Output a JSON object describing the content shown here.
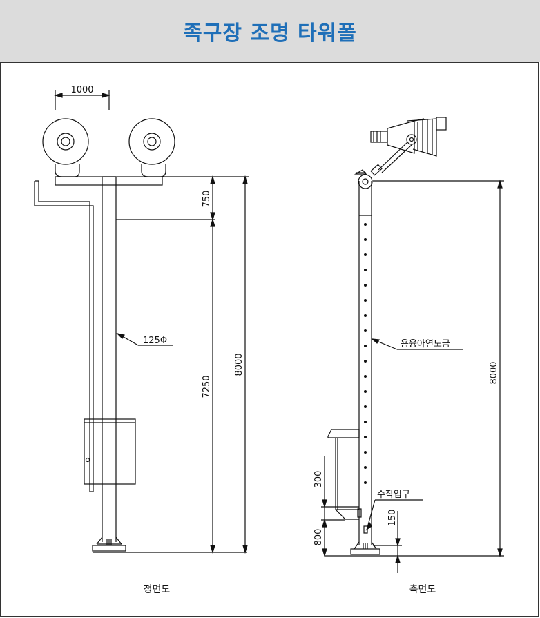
{
  "header": {
    "title": "족구장 조명 타워폴",
    "title_color": "#1f6fb8",
    "background": "#dcdcdc"
  },
  "front_view": {
    "caption": "정면도",
    "dim_lamp_spacing": "1000",
    "dim_top": "750",
    "dim_lower": "7250",
    "dim_total": "8000",
    "pole_diameter": "125Φ"
  },
  "side_view": {
    "caption": "측면도",
    "dim_total": "8000",
    "dim_300": "300",
    "dim_800": "800",
    "dim_150": "150",
    "label_galvanize": "용융아연도금",
    "label_handhole": "수작업구"
  }
}
